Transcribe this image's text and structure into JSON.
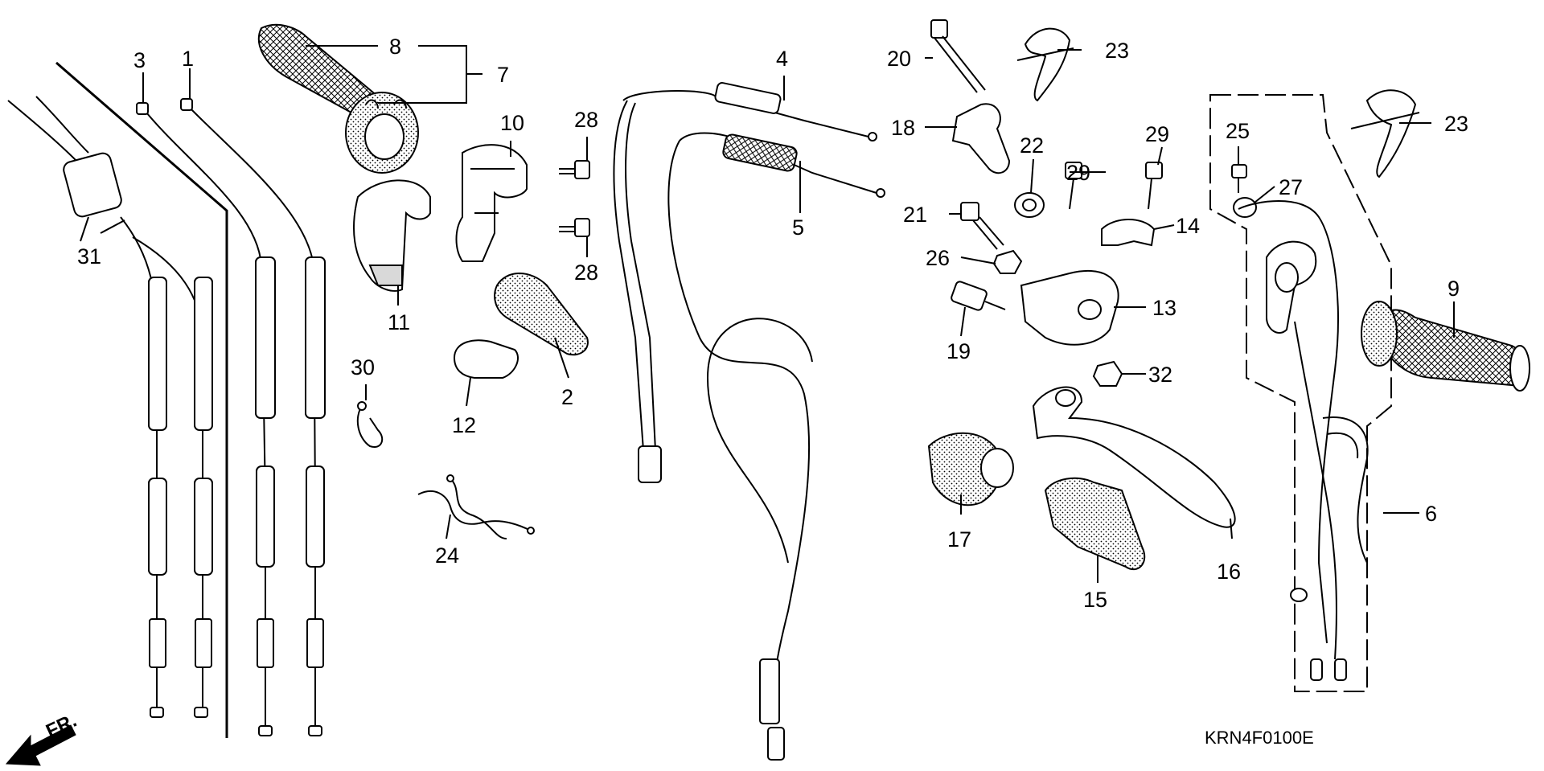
{
  "diagram": {
    "part_code": "KRN4F0100E",
    "front_label": "FR.",
    "callouts": {
      "p1": "1",
      "p2": "2",
      "p3": "3",
      "p4": "4",
      "p5": "5",
      "p6": "6",
      "p7": "7",
      "p8": "8",
      "p9": "9",
      "p10": "10",
      "p11": "11",
      "p12": "12",
      "p13": "13",
      "p14": "14",
      "p15": "15",
      "p16": "16",
      "p17": "17",
      "p18": "18",
      "p19": "19",
      "p20": "20",
      "p21": "21",
      "p22": "22",
      "p23a": "23",
      "p23b": "23",
      "p24": "24",
      "p25": "25",
      "p26": "26",
      "p27": "27",
      "p28a": "28",
      "p28b": "28",
      "p29a": "29",
      "p29b": "29",
      "p30": "30",
      "p31": "31",
      "p32": "32"
    }
  }
}
